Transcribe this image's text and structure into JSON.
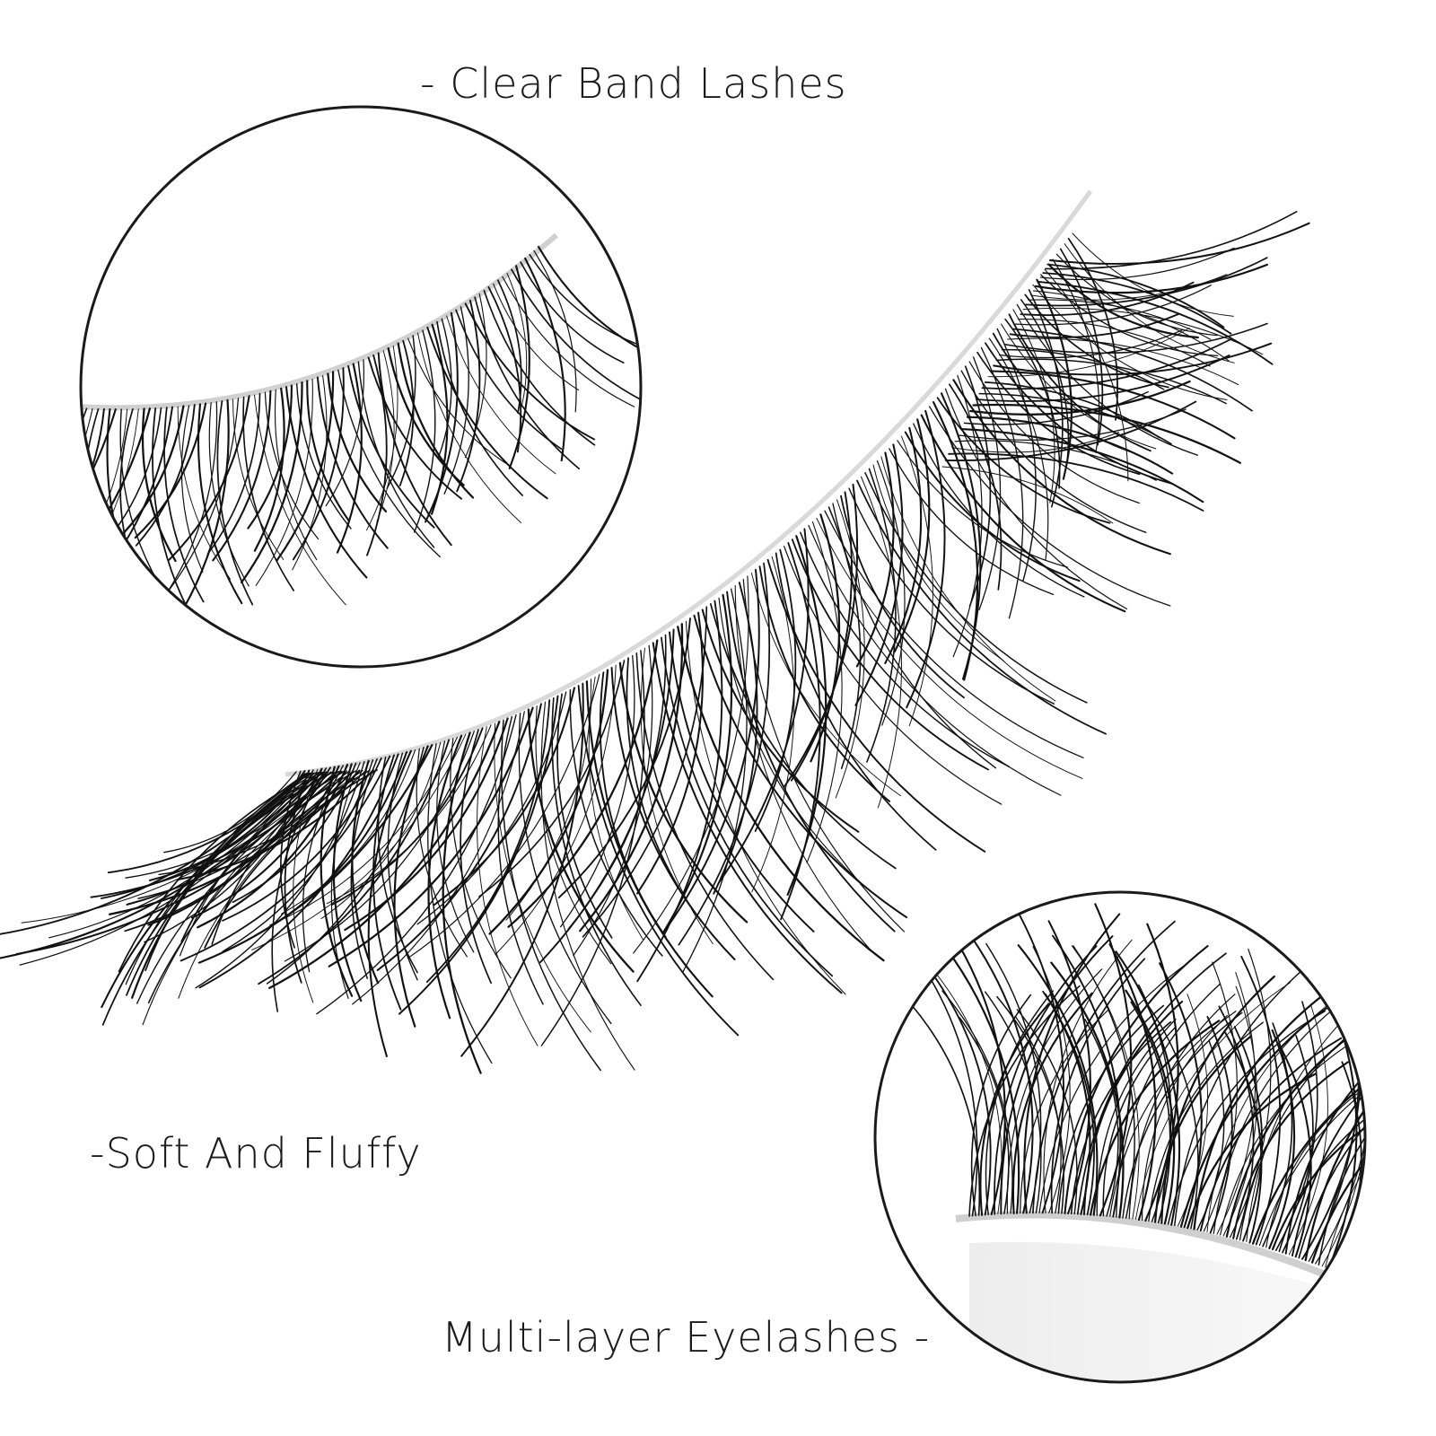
{
  "labels": {
    "clear_band": "- Clear Band Lashes",
    "soft_fluffy": "-Soft And Fluffy",
    "multi_layer": "Multi-layer Eyelashes -"
  },
  "colors": {
    "background": "#ffffff",
    "lash": "#111111",
    "band": "#d9d9d9",
    "circle_outline": "#1a1a1a"
  }
}
